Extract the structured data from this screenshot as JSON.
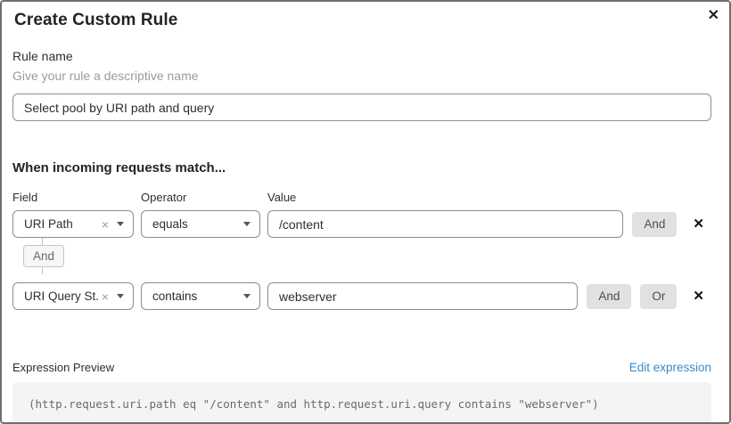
{
  "modal": {
    "title": "Create Custom Rule"
  },
  "icons": {
    "close": "✕",
    "remove_row": "✕",
    "clear_field": "×"
  },
  "rule_name": {
    "label": "Rule name",
    "helper": "Give your rule a descriptive name",
    "value": "Select pool by URI path and query"
  },
  "match": {
    "heading": "When incoming requests match...",
    "columns": {
      "field": "Field",
      "operator": "Operator",
      "value": "Value"
    },
    "connector": "And",
    "rows": [
      {
        "field": "URI Path",
        "operator": "equals",
        "value": "/content",
        "and_label": "And"
      },
      {
        "field": "URI Query St...",
        "operator": "contains",
        "value": "webserver",
        "and_label": "And",
        "or_label": "Or"
      }
    ]
  },
  "expression": {
    "label": "Expression Preview",
    "edit_link": "Edit expression",
    "code": "(http.request.uri.path eq \"/content\" and http.request.uri.query contains \"webserver\")"
  },
  "colors": {
    "link": "#3b8ac4",
    "button_bg": "#e1e1e1",
    "code_bg": "#f4f4f4",
    "input_border": "#8d8d8d"
  }
}
